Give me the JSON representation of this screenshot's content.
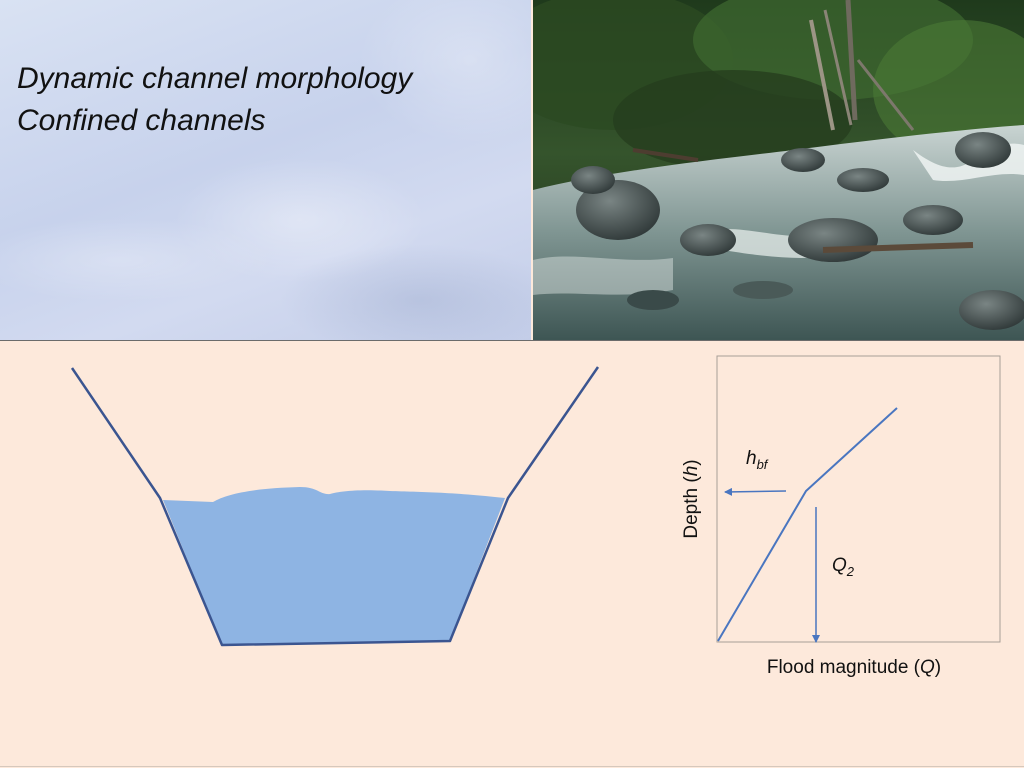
{
  "title": {
    "line1": "Dynamic channel morphology",
    "line2": "Confined channels"
  },
  "graph": {
    "y_axis_label_prefix": "Depth (",
    "y_axis_label_var": "h",
    "y_axis_label_suffix": ")",
    "x_axis_label_prefix": "Flood magnitude (",
    "x_axis_label_var": "Q",
    "x_axis_label_suffix": ")",
    "depth_marker_base": "h",
    "depth_marker_sub": "bf",
    "flow_marker_base": "Q",
    "flow_marker_sub": "2"
  },
  "colors": {
    "water": "#8eb4e3",
    "outline": "#3b5590",
    "graph_line": "#4a76c0",
    "background": "#fde9db"
  }
}
